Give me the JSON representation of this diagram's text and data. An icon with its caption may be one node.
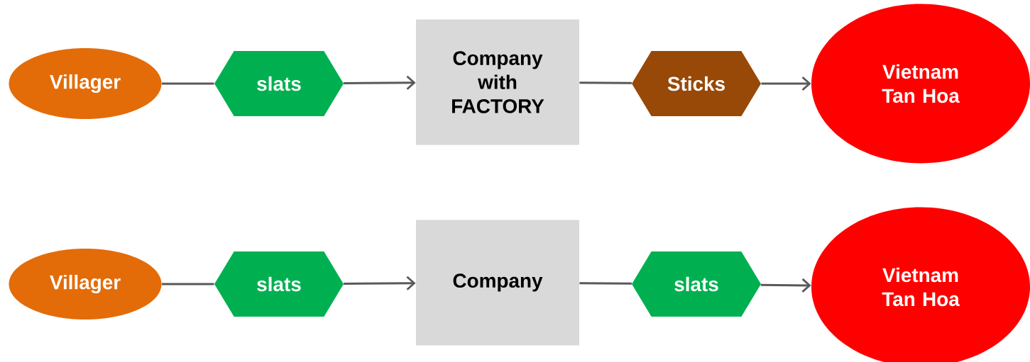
{
  "diagram": {
    "nodes": [
      {
        "text": [
          "Villager"
        ]
      },
      {
        "text": [
          "slats"
        ]
      },
      {
        "text": [
          "Company with FACTORY"
        ]
      },
      {
        "text": [
          "Sticks"
        ]
      },
      {
        "text": [
          "Vietnam Tan Hoa"
        ]
      },
      {
        "text": [
          "Villager"
        ]
      },
      {
        "text": [
          "slats"
        ]
      },
      {
        "text": [
          "Company"
        ]
      },
      {
        "text": [
          "slats"
        ]
      },
      {
        "text": [
          "Vietnam Tan Hoa"
        ]
      }
    ],
    "edges": [
      {
        "from": 0,
        "to": 1,
        "arrow": "none"
      },
      {
        "from": 1,
        "to": 2,
        "arrow": "to"
      },
      {
        "from": 2,
        "to": 3,
        "arrow": "none"
      },
      {
        "from": 3,
        "to": 4,
        "arrow": "to"
      },
      {
        "from": 5,
        "to": 6,
        "arrow": "none"
      },
      {
        "from": 6,
        "to": 7,
        "arrow": "to"
      },
      {
        "from": 7,
        "to": 8,
        "arrow": "none"
      },
      {
        "from": 8,
        "to": 9,
        "arrow": "to"
      }
    ]
  }
}
